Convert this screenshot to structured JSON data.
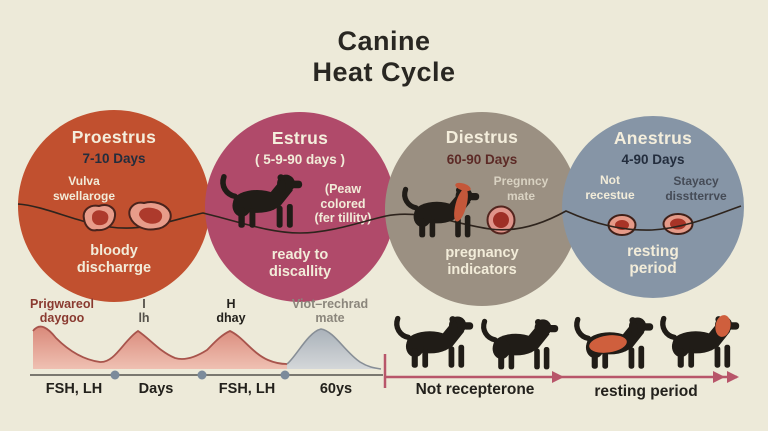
{
  "title": {
    "line1": "Canine",
    "line2": "Heat Cycle"
  },
  "phases": [
    {
      "name": "Proestrus",
      "duration": "7-10 Days",
      "side_note": "Vulva\nswellaroge",
      "bottom_note": "bloody\ndischarrge",
      "color": "#c1502f",
      "illustration": "two swollen vulva / ovary blobs"
    },
    {
      "name": "Estrus",
      "duration": "( 5-9-90 days )",
      "side_note": "(Peaw\ncolored\n(fer tillity)",
      "bottom_note": "ready to\ndiscallity",
      "color": "#b04a6a",
      "illustration": "black dog silhouette"
    },
    {
      "name": "Diestrus",
      "duration": "60-90 Days",
      "side_note": "Pregnncy\nmate",
      "bottom_note": "pregnancy\nindicators",
      "color": "#9b9082",
      "illustration": "dog silhouette with red neck marking and red egg blob"
    },
    {
      "name": "Anestrus",
      "duration": "4-90 Days",
      "side_note": "Not\nrecestue",
      "side_note_right": "Stayacy\ndisstterrve",
      "bottom_note": "resting\nperiod",
      "color": "#8695a6",
      "illustration": "two red ovary blobs on cycle line"
    }
  ],
  "timeline": {
    "curve_labels": [
      {
        "text": "Prigwareol\ndaygoo",
        "color": "#8a3a30"
      },
      {
        "text": "I\nlh",
        "color": "#55524b"
      },
      {
        "text": "H\ndhay",
        "color": "#23211c"
      },
      {
        "text": "Viot–rechrad\nmate",
        "color": "#8b867c"
      }
    ],
    "axis_labels": [
      "FSH, LH",
      "Days",
      "FSH, LH",
      "60ys"
    ],
    "arrow_labels": [
      "Not recepterone",
      "resting period"
    ],
    "waves": "three pink hormone surges then one gray surge ending at red tick"
  },
  "colors": {
    "background": "#edead9",
    "proestrus": "#c1502f",
    "estrus": "#b04a6a",
    "diestrus": "#9b9082",
    "anestrus": "#8695a6",
    "wave_pink": "#df9384",
    "wave_gray": "#b5bcc3",
    "arrow_red": "#b8566a",
    "dog_black": "#201c17",
    "blob_salmon": "#e59a88",
    "blob_core": "#ad3a2c"
  }
}
